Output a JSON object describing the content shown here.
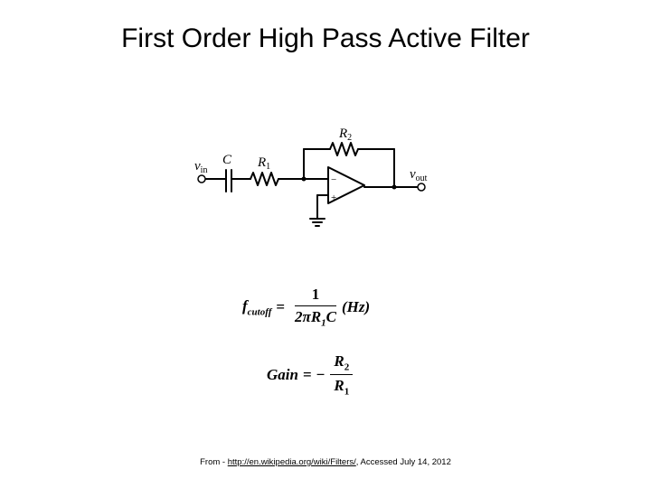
{
  "slide": {
    "title": "First Order High Pass Active Filter"
  },
  "circuit": {
    "labels": {
      "vin": "v",
      "vin_sub": "in",
      "capacitor": "C",
      "r1": "R",
      "r1_sub": "1",
      "r2": "R",
      "r2_sub": "2",
      "vout": "v",
      "vout_sub": "out",
      "minus": "−",
      "plus": "+"
    }
  },
  "formulas": {
    "cutoff": {
      "lhs_base": "f",
      "lhs_sub": "cutoff",
      "equals": "=",
      "numerator": "1",
      "denominator": "2πR",
      "denominator_sub": "1",
      "denominator_tail": "C",
      "unit": "(Hz)"
    },
    "gain": {
      "lhs": "Gain",
      "equals": "=",
      "sign": "−",
      "numerator": "R",
      "numerator_sub": "2",
      "denominator": "R",
      "denominator_sub": "1"
    }
  },
  "credit": {
    "prefix": "From - ",
    "link": "http://en.wikipedia.org/wiki/Filters/",
    "suffix": ", Accessed July 14, 2012"
  }
}
